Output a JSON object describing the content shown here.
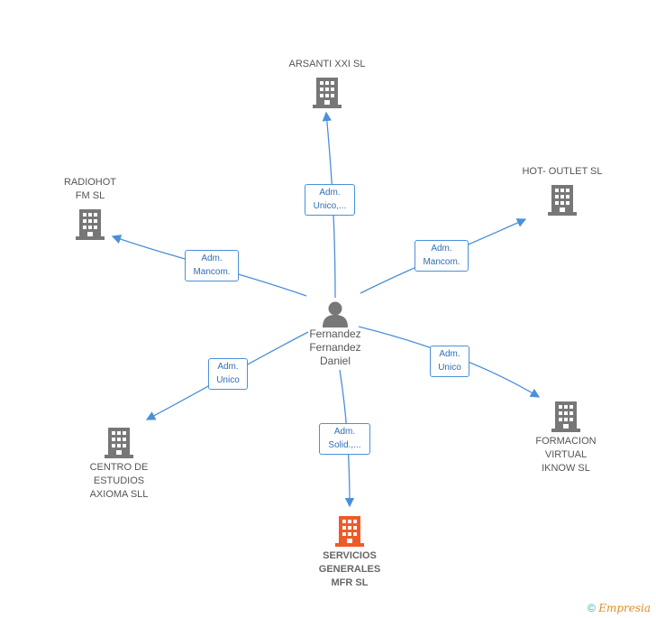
{
  "center": {
    "name": "Fernandez\nFernandez\nDaniel"
  },
  "companies": [
    {
      "id": "arsanti",
      "name": "ARSANTI XXI  SL",
      "highlight": false
    },
    {
      "id": "radiohot",
      "name": "RADIOHOT\nFM SL",
      "highlight": false
    },
    {
      "id": "hot-outlet",
      "name": "HOT- OUTLET SL",
      "highlight": false
    },
    {
      "id": "centro",
      "name": "CENTRO DE\nESTUDIOS\nAXIOMA SLL",
      "highlight": false
    },
    {
      "id": "formacion",
      "name": "FORMACION\nVIRTUAL\nIKNOW SL",
      "highlight": false
    },
    {
      "id": "servicios",
      "name": "SERVICIOS\nGENERALES\nMFR SL",
      "highlight": true
    }
  ],
  "relations": [
    {
      "to": "arsanti",
      "label": "Adm.\nUnico,..."
    },
    {
      "to": "radiohot",
      "label": "Adm.\nMancom."
    },
    {
      "to": "hot-outlet",
      "label": "Adm.\nMancom."
    },
    {
      "to": "centro",
      "label": "Adm.\nUnico"
    },
    {
      "to": "formacion",
      "label": "Adm.\nUnico"
    },
    {
      "to": "servicios",
      "label": "Adm.\nSolid.,..."
    }
  ],
  "colors": {
    "edge": "#4a90d9",
    "building": "#777777",
    "highlight": "#f05a28",
    "person": "#777777"
  },
  "footer": {
    "copyright": "©",
    "brand": "Empresia"
  }
}
